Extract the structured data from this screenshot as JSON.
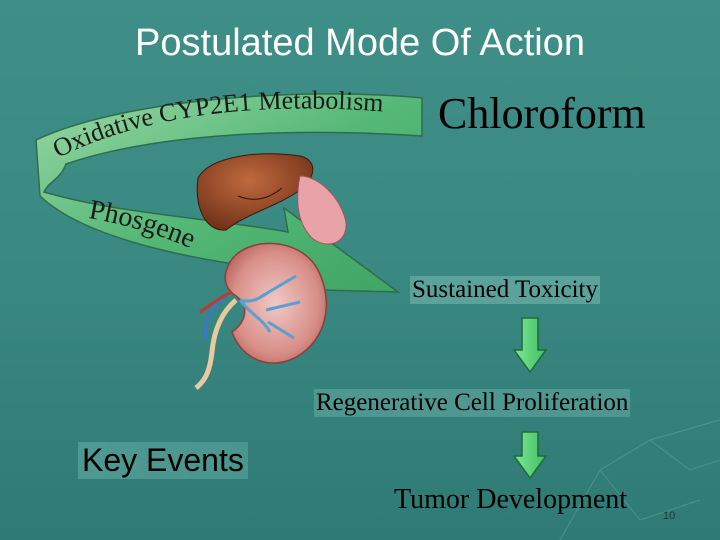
{
  "title": "Postulated Mode Of Action",
  "chemical": "Chloroform",
  "arrow_text": {
    "oxidative": "Oxidative CYP2E1 Metabolism",
    "phosgene": "Phosgene"
  },
  "key_events_label": "Key Events",
  "steps": [
    "Sustained Toxicity",
    "Regenerative Cell Proliferation",
    "Tumor Development"
  ],
  "page_number": "10",
  "colors": {
    "arrow_green": "#4fb370",
    "step_arrow_green": "#5fd47c",
    "background": "#3a8a83"
  }
}
